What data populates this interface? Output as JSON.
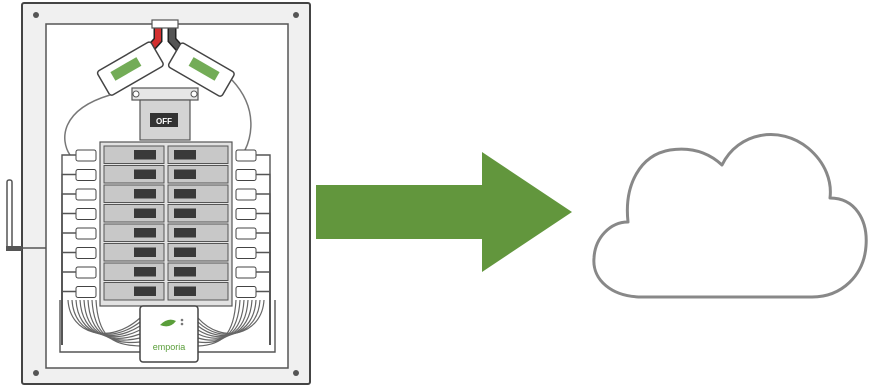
{
  "panel": {
    "main_switch_label": "OFF",
    "monitor_brand": "emporia",
    "breaker_rows": 8,
    "breaker_columns": 2,
    "colors": {
      "panel_fill": "#f0f0f0",
      "panel_border": "#444444",
      "inner_fill": "#ffffff",
      "breaker_fill": "#c8c8c8",
      "breaker_handle": "#3a3a3a",
      "wire_red": "#d32f2f",
      "wire_black": "#3a3a3a",
      "accent_green": "#5a9e3a",
      "monitor_fill": "#ffffff"
    }
  },
  "arrow": {
    "color": "#62963d",
    "icon": "arrow-right-icon"
  },
  "cloud": {
    "stroke": "#888888",
    "fill": "#ffffff",
    "icon": "cloud-icon"
  }
}
